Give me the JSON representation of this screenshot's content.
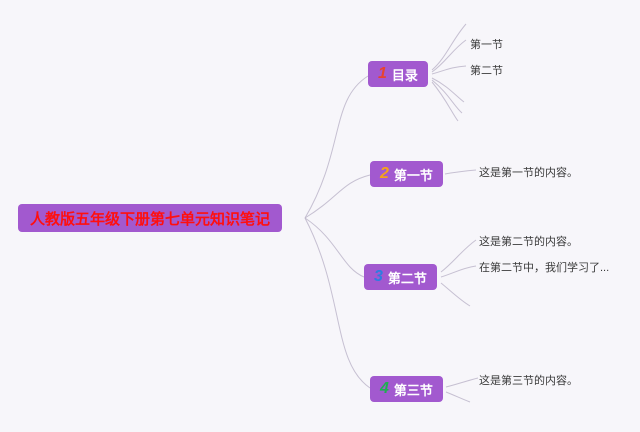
{
  "title": "人教版五年级下册第七单元知识笔记",
  "colors": {
    "node_bg": "#a259cf",
    "root_text": "#ff0f0f",
    "line": "#bdb6ca",
    "num1": "#e8432e",
    "num2": "#f5a21c",
    "num3": "#2d7de0",
    "num4": "#1fae52"
  },
  "root": {
    "label": "人教版五年级下册第七单元知识笔记"
  },
  "branches": [
    {
      "num": "1",
      "label": "目录",
      "children": [
        "第一节",
        "第二节"
      ]
    },
    {
      "num": "2",
      "label": "第一节",
      "children": [
        "这是第一节的内容。"
      ]
    },
    {
      "num": "3",
      "label": "第二节",
      "children": [
        "这是第二节的内容。",
        "在第二节中，我们学习了..."
      ]
    },
    {
      "num": "4",
      "label": "第三节",
      "children": [
        "这是第三节的内容。"
      ]
    }
  ]
}
